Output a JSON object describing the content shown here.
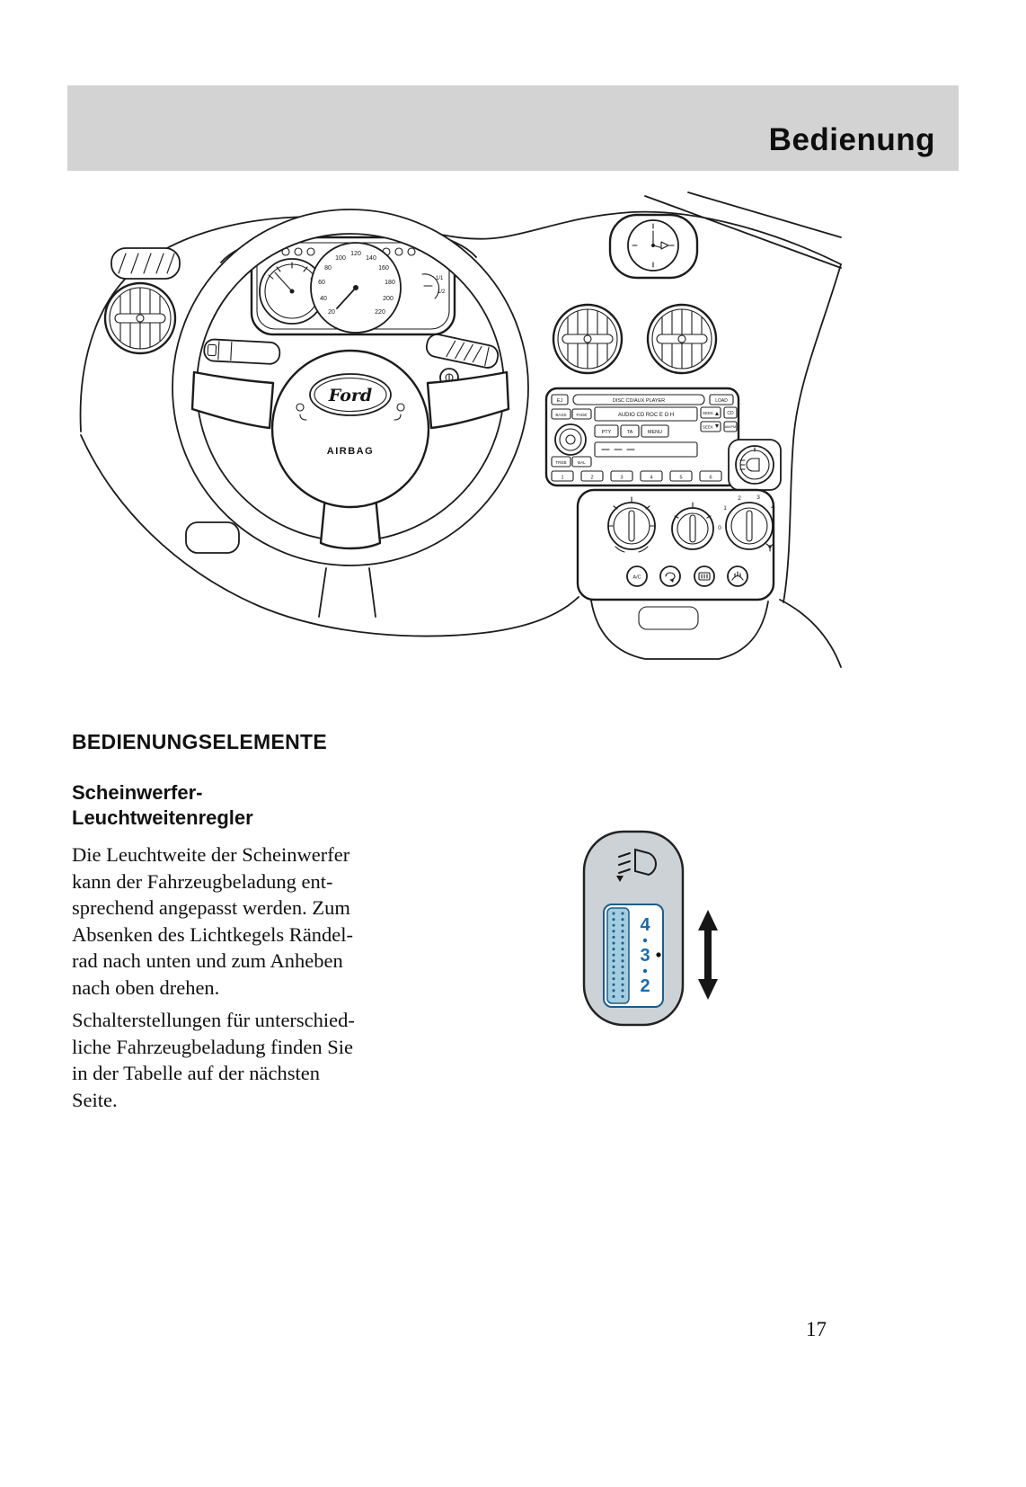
{
  "header": {
    "title": "Bedienung"
  },
  "sections": {
    "main_heading": "BEDIENUNGSELEMENTE",
    "sub_heading": "Scheinwerfer-\nLeuchtweitenregler",
    "paragraph1": "Die Leuchtweite der Scheinwerfer\nkann der Fahrzeugbeladung ent-\nsprechend angepasst werden. Zum\nAbsenken des Lichtkegels Rändel-\nrad nach unten und zum Anheben\nnach oben drehen.",
    "paragraph2": "Schalterstellungen für unterschied-\nliche Fahrzeugbeladung finden Sie\nin der Tabelle auf der nächsten\nSeite."
  },
  "page_number": "17",
  "colors": {
    "header_bar": "#d3d3d3",
    "highlight_blue": "#8cc2da",
    "control_blue": "#1b6aa5",
    "control_body": "#ccd2d6"
  },
  "dashboard": {
    "ford_logo": "Ford",
    "airbag_label": "AIRBAG",
    "speedo": [
      "20",
      "40",
      "60",
      "80",
      "100",
      "120",
      "140",
      "160",
      "180",
      "200",
      "220"
    ],
    "fuel": [
      "1/1",
      "1/2"
    ],
    "radio": {
      "eject": "EJ",
      "slot_label": "DISC  CD/AUX PLAYER",
      "load": "LOAD",
      "display": "AUDIO  CD ROC E O H",
      "bass": "BASS",
      "fade": "FADE",
      "treb": "TREB",
      "bal": "BAL",
      "pty": "PTY",
      "ta": "TA",
      "menu": "MENU",
      "seek": "SEEK",
      "cd": "CD",
      "am_pm": "AM/PM",
      "presets": [
        "1",
        "2",
        "3",
        "4",
        "5",
        "6"
      ]
    },
    "climate": {
      "fan_speeds": [
        "0",
        "1",
        "2",
        "3",
        "4"
      ],
      "ac_label": "A/C"
    }
  },
  "leveling_control": {
    "positions": [
      "4",
      "3",
      "2"
    ]
  }
}
